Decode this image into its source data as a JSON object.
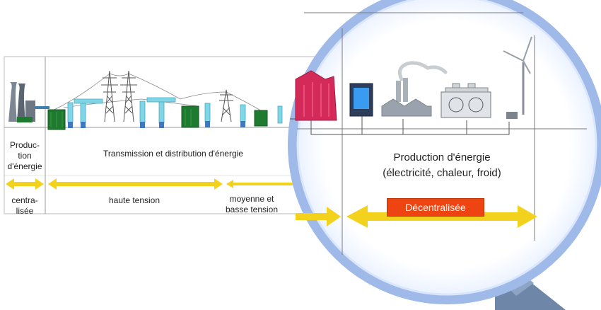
{
  "sections": {
    "central": {
      "title": "Produc-\ntion\nd'énergie",
      "mode": "centra-\nlisée"
    },
    "grid": {
      "title": "Transmission et distribution d'énergie",
      "high_voltage": "haute tension",
      "medium_low_voltage": "moyenne et\nbasse tension"
    },
    "decentral": {
      "title": "Production d'énergie\n(électricité, chaleur, froid)",
      "badge": "Décentralisée"
    }
  },
  "colors": {
    "arrow": "#f3d21e",
    "badge": "#ee4411",
    "transformer": "#1e7a2e",
    "insulator": "#7fd6e6",
    "building": "#d42a5a",
    "lens_ring": "#9fb9e8",
    "lens_handle": "#6e86a8"
  }
}
